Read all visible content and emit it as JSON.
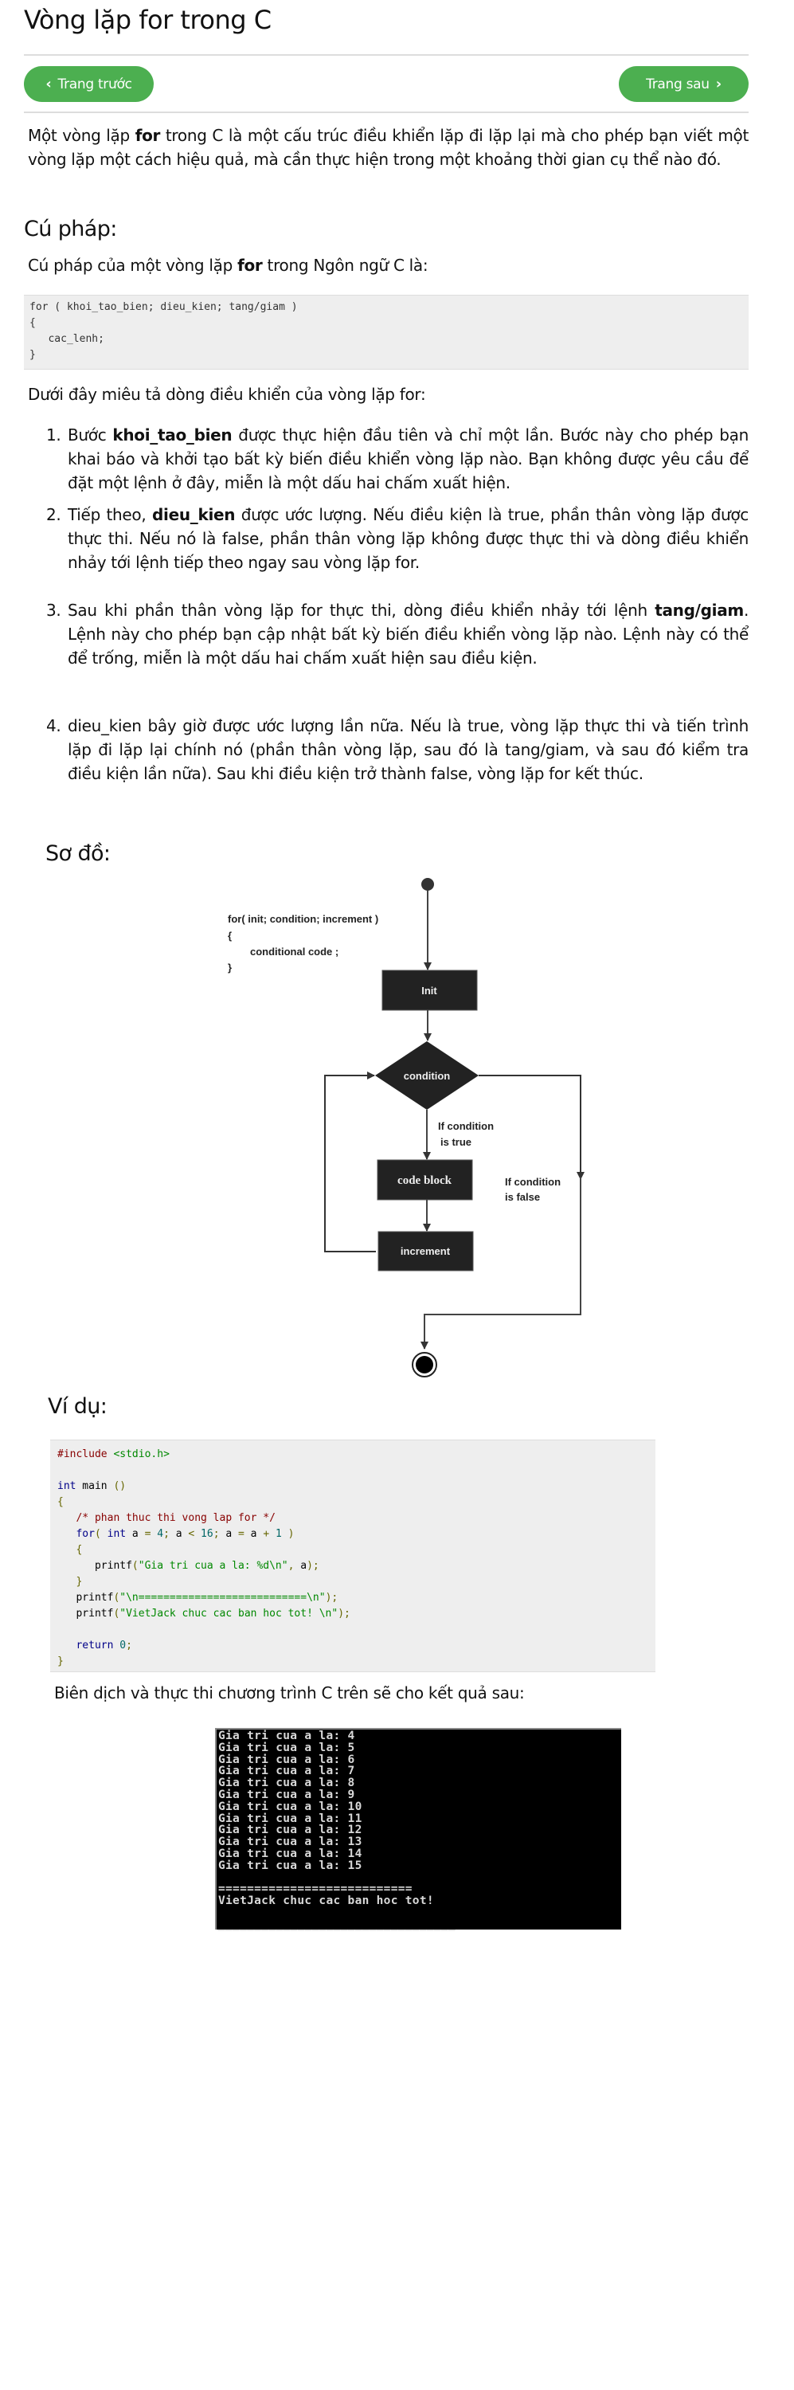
{
  "page": {
    "title": "Vòng lặp for trong C"
  },
  "nav": {
    "prev_label": "Trang trước",
    "next_label": "Trang sau",
    "prev_icon": "‹",
    "next_icon": "›",
    "button_color": "#4caf50"
  },
  "intro": {
    "part1": "Một vòng lặp ",
    "bold": "for",
    "part2": " trong C là một cấu trúc điều khiển lặp đi lặp lại mà cho phép bạn viết một vòng lặp một cách hiệu quả, mà cần thực hiện trong một khoảng thời gian cụ thể nào đó."
  },
  "syntax": {
    "heading": "Cú pháp:",
    "desc_part1": "Cú pháp của một vòng lặp ",
    "desc_bold": "for",
    "desc_part2": " trong Ngôn ngữ C là:",
    "code_lines": [
      "for ( khoi_tao_bien; dieu_kien; tang/giam )",
      "{",
      "   cac_lenh;",
      "}"
    ],
    "flow_intro": "Dưới đây miêu tả dòng điều khiển của vòng lặp for:"
  },
  "steps": [
    {
      "num": "1.",
      "pre": "Bước ",
      "bold": "khoi_tao_bien",
      "post": " được thực hiện đầu tiên và chỉ một lần. Bước này cho phép bạn khai báo và khởi tạo bất kỳ biến điều khiển vòng lặp nào. Bạn không được yêu cầu để đặt một lệnh ở đây, miễn là một dấu hai chấm xuất hiện."
    },
    {
      "num": "2.",
      "pre": "Tiếp theo, ",
      "bold": "dieu_kien",
      "post": " được ước lượng. Nếu điều kiện là true, phần thân vòng lặp được thực thi. Nếu nó là false, phần thân vòng lặp không được thực thi và dòng điều khiển nhảy tới lệnh tiếp theo ngay sau vòng lặp for."
    },
    {
      "num": "3.",
      "pre": "Sau khi phần thân vòng lặp for thực thi, dòng điều khiển nhảy tới lệnh ",
      "bold": "tang/giam",
      "post": ". Lệnh này cho phép bạn cập nhật bất kỳ biến điều khiển vòng lặp nào. Lệnh này có thể để trống, miễn là một dấu hai chấm xuất hiện sau điều kiện."
    },
    {
      "num": "4.",
      "pre": "",
      "bold": "",
      "post": "dieu_kien bây giờ được ước lượng lần nữa. Nếu là true, vòng lặp thực thi và tiến trình lặp đi lặp lại chính nó (phần thân vòng lặp, sau đó là tang/giam, và sau đó kiểm tra điều kiện lần nữa). Sau khi điều kiện trở thành false, vòng lặp for kết thúc."
    }
  ],
  "diagram": {
    "heading": "Sơ đồ:",
    "code_lines": [
      "for( init; condition; increment )",
      "{",
      "    conditional code ;",
      "}"
    ],
    "init_label": "Init",
    "condition_label": "condition",
    "code_block_label": "code block",
    "increment_label": "increment",
    "true_label_1": "If condition",
    "true_label_2": "is true",
    "false_label_1": "If condition",
    "false_label_2": "is false"
  },
  "example": {
    "heading": "Ví dụ:",
    "code_lines": [
      [
        [
          "pp",
          "#include "
        ],
        [
          "str",
          "<stdio.h>"
        ]
      ],
      [],
      [
        [
          "kwd",
          "int"
        ],
        [
          "pln",
          " main "
        ],
        [
          "pun",
          "()"
        ]
      ],
      [
        [
          "pun",
          "{"
        ]
      ],
      [
        [
          "pln",
          "   "
        ],
        [
          "com",
          "/* phan thuc thi vong lap for */"
        ]
      ],
      [
        [
          "pln",
          "   "
        ],
        [
          "kwd",
          "for"
        ],
        [
          "pun",
          "( "
        ],
        [
          "kwd",
          "int"
        ],
        [
          "pln",
          " a "
        ],
        [
          "pun",
          "= "
        ],
        [
          "lit",
          "4"
        ],
        [
          "pun",
          "; "
        ],
        [
          "pln",
          "a "
        ],
        [
          "pun",
          "< "
        ],
        [
          "lit",
          "16"
        ],
        [
          "pun",
          "; "
        ],
        [
          "pln",
          "a "
        ],
        [
          "pun",
          "= "
        ],
        [
          "pln",
          "a "
        ],
        [
          "pun",
          "+ "
        ],
        [
          "lit",
          "1"
        ],
        [
          "pun",
          " )"
        ]
      ],
      [
        [
          "pln",
          "   "
        ],
        [
          "pun",
          "{"
        ]
      ],
      [
        [
          "pln",
          "      printf"
        ],
        [
          "pun",
          "("
        ],
        [
          "str",
          "\"Gia tri cua a la: %d\\n\""
        ],
        [
          "pun",
          ", "
        ],
        [
          "pln",
          "a"
        ],
        [
          "pun",
          ");"
        ]
      ],
      [
        [
          "pln",
          "   "
        ],
        [
          "pun",
          "}"
        ]
      ],
      [
        [
          "pln",
          "   printf"
        ],
        [
          "pun",
          "("
        ],
        [
          "str",
          "\"\\n===========================\\n\""
        ],
        [
          "pun",
          ");"
        ]
      ],
      [
        [
          "pln",
          "   printf"
        ],
        [
          "pun",
          "("
        ],
        [
          "str",
          "\"VietJack chuc cac ban hoc tot! \\n\""
        ],
        [
          "pun",
          ");"
        ]
      ],
      [],
      [
        [
          "pln",
          "   "
        ],
        [
          "kwd",
          "return"
        ],
        [
          "pln",
          " "
        ],
        [
          "lit",
          "0"
        ],
        [
          "pun",
          ";"
        ]
      ],
      [
        [
          "pun",
          "}"
        ]
      ]
    ],
    "result_text": "Biên dịch và thực thi chương trình C trên sẽ cho kết quả sau:"
  },
  "console": {
    "lines": [
      "Gia tri cua a la: 4",
      "Gia tri cua a la: 5",
      "Gia tri cua a la: 6",
      "Gia tri cua a la: 7",
      "Gia tri cua a la: 8",
      "Gia tri cua a la: 9",
      "Gia tri cua a la: 10",
      "Gia tri cua a la: 11",
      "Gia tri cua a la: 12",
      "Gia tri cua a la: 13",
      "Gia tri cua a la: 14",
      "Gia tri cua a la: 15",
      "",
      "===========================",
      "VietJack chuc cac ban hoc tot!",
      "",
      "_________________________________"
    ]
  }
}
